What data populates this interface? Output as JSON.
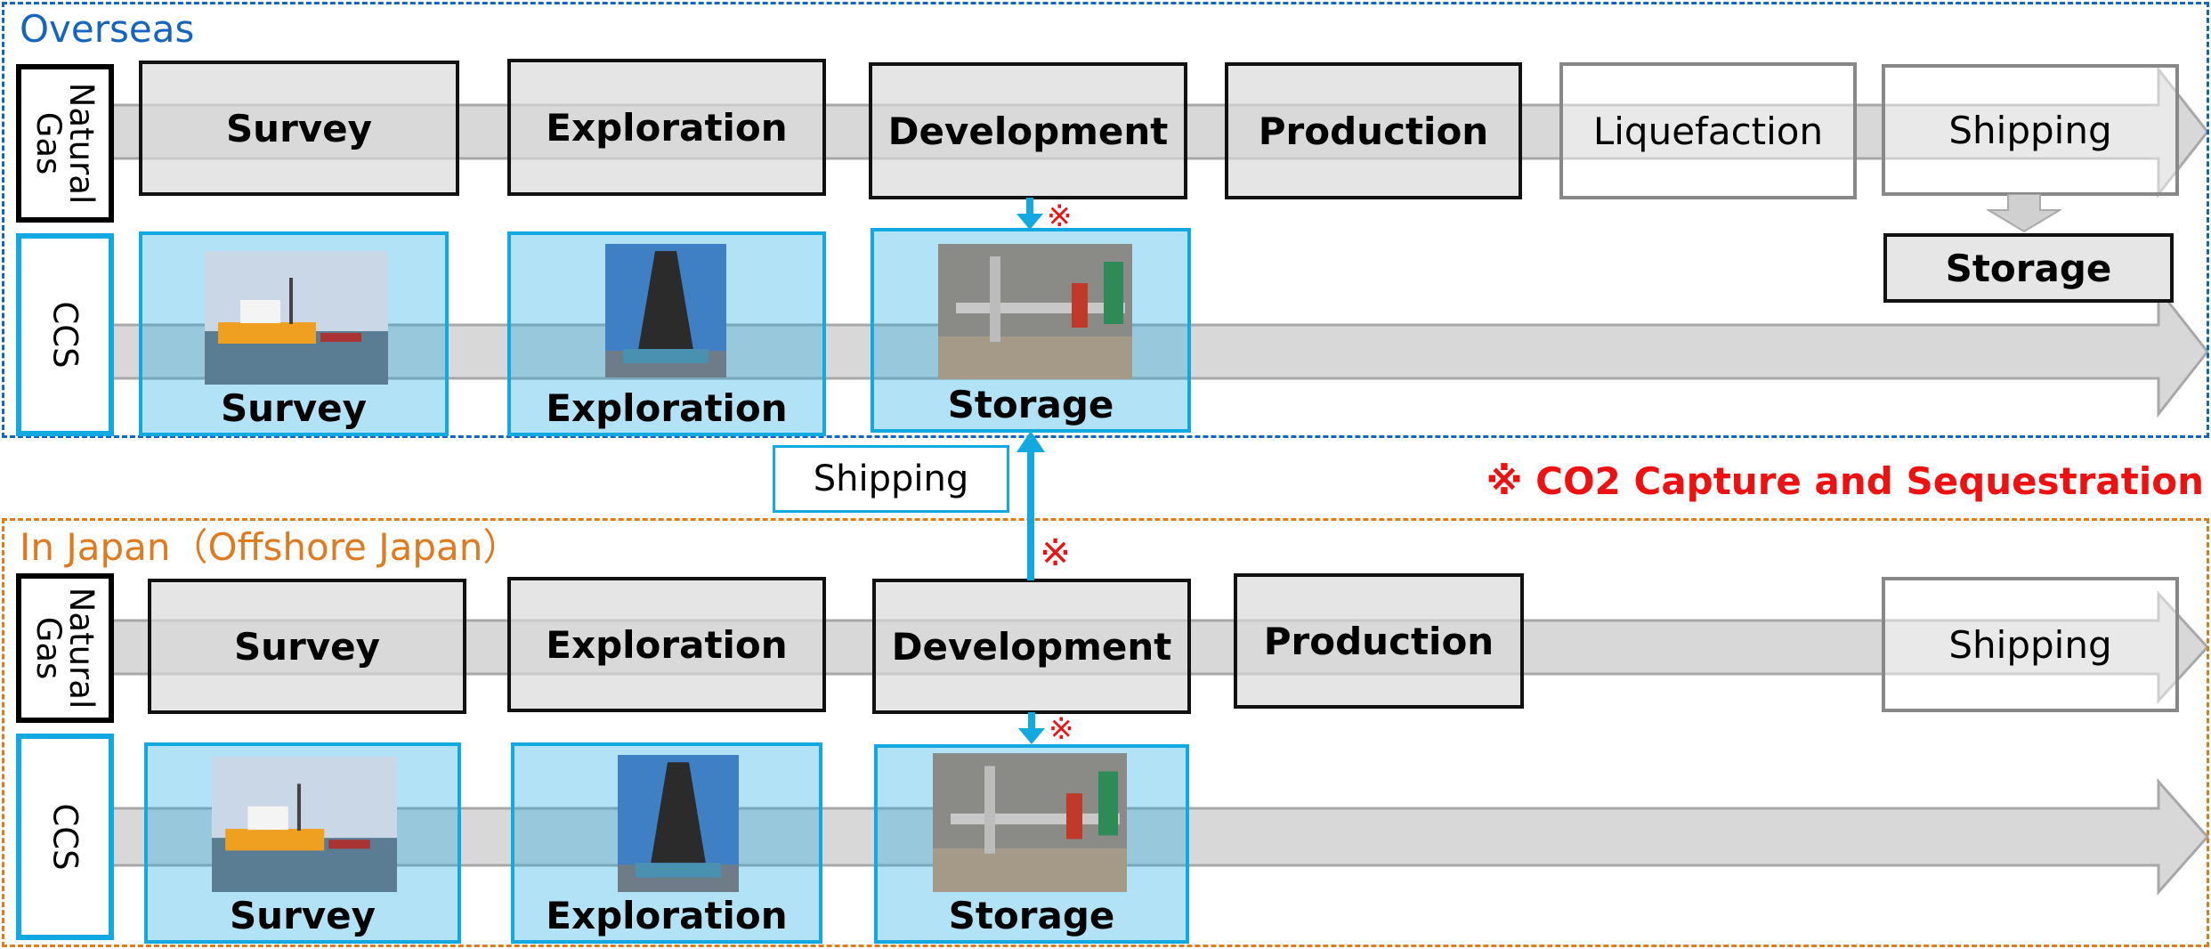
{
  "regions": {
    "overseas": {
      "title": "Overseas"
    },
    "japan": {
      "title": "In Japan（Offshore Japan）"
    }
  },
  "row_labels": {
    "natural_gas": "Natural Gas",
    "ccs": "CCS"
  },
  "overseas": {
    "gas_steps": [
      "Survey",
      "Exploration",
      "Development",
      "Production",
      "Liquefaction",
      "Shipping"
    ],
    "ccs_steps": [
      "Survey",
      "Exploration",
      "Storage"
    ],
    "storage": "Storage"
  },
  "japan": {
    "gas_steps": [
      "Survey",
      "Exploration",
      "Development",
      "Production",
      "Shipping"
    ],
    "ccs_steps": [
      "Survey",
      "Exploration",
      "Storage"
    ]
  },
  "shipping_link": "Shipping",
  "ccs_mark": "※",
  "footnote": "※ CO2 Capture and Sequestration",
  "colors": {
    "overseas": "#1565c0",
    "japan": "#e07a1f",
    "ccs": "#12a8e0",
    "mark": "#ee1111"
  }
}
